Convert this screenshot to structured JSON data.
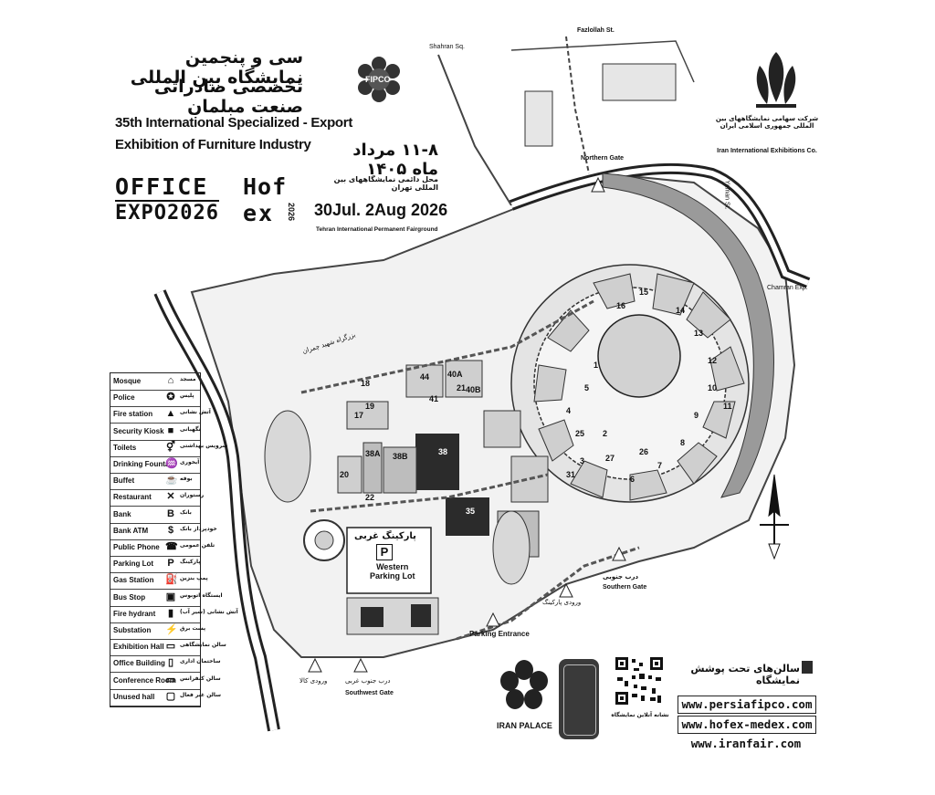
{
  "title": {
    "fa_line1": "سی و پنجمین نمایشگاه بین المللی",
    "fa_line2": "تخصصی صادراتی صنعت مبلمان",
    "en_line1": "35th International Specialized - Export",
    "en_line2": "Exhibition of Furniture Industry"
  },
  "logos": {
    "office_top": "OFFICE",
    "office_bottom": "EXPO2026",
    "hofex_top": "Hof",
    "hofex_bottom": "ex",
    "hofex_year": "2026",
    "fipco": "FIPCO",
    "iran_fair_fa": "شرکت سهامی نمایشگاههای بین المللی جمهوری اسلامی ایران",
    "iran_fair_en": "Iran International Exhibitions Co."
  },
  "event": {
    "dates_fa": "۱۱-۸ مرداد ماه ۱۴۰۵",
    "venue_fa": "محل دائمی نمایشگاههای بین المللی تهران",
    "dates_en": "30Jul. 2Aug 2026",
    "venue_en": "Tehran International Permanent Fairground"
  },
  "legend": [
    {
      "en": "Mosque",
      "icon": "mosque-icon",
      "glyph": "⌂",
      "fa": "مسجد"
    },
    {
      "en": "Police",
      "icon": "police-icon",
      "glyph": "✪",
      "fa": "پلیس"
    },
    {
      "en": "Fire station",
      "icon": "fire-station-icon",
      "glyph": "▲",
      "fa": "آتش نشانی"
    },
    {
      "en": "Security Kiosk",
      "icon": "security-kiosk-icon",
      "glyph": "■",
      "fa": "نگهبانی"
    },
    {
      "en": "Toilets",
      "icon": "toilets-icon",
      "glyph": "⚥",
      "fa": "سرویس بهداشتی"
    },
    {
      "en": "Drinking Fountain",
      "icon": "drinking-fountain-icon",
      "glyph": "♒",
      "fa": "آبخوری"
    },
    {
      "en": "Buffet",
      "icon": "buffet-icon",
      "glyph": "☕",
      "fa": "بوفه"
    },
    {
      "en": "Restaurant",
      "icon": "restaurant-icon",
      "glyph": "✕",
      "fa": "رستوران"
    },
    {
      "en": "Bank",
      "icon": "bank-icon",
      "glyph": "B",
      "fa": "بانک"
    },
    {
      "en": "Bank ATM",
      "icon": "atm-icon",
      "glyph": "$",
      "fa": "خودپرداز بانک"
    },
    {
      "en": "Public Phone",
      "icon": "phone-icon",
      "glyph": "☎",
      "fa": "تلفن عمومی"
    },
    {
      "en": "Parking Lot",
      "icon": "parking-icon",
      "glyph": "P",
      "fa": "پارکینگ"
    },
    {
      "en": "Gas Station",
      "icon": "gas-station-icon",
      "glyph": "⛽",
      "fa": "پمپ بنزین"
    },
    {
      "en": "Bus Stop",
      "icon": "bus-stop-icon",
      "glyph": "▣",
      "fa": "ایستگاه اتوبوس"
    },
    {
      "en": "Fire hydrant",
      "icon": "fire-hydrant-icon",
      "glyph": "▮",
      "fa": "آتش نشانی (شیر آب)"
    },
    {
      "en": "Substation",
      "icon": "substation-icon",
      "glyph": "⚡",
      "fa": "پست برق"
    },
    {
      "en": "Exhibition Hall",
      "icon": "exhibition-hall-icon",
      "glyph": "▭",
      "fa": "سالن نمایشگاهی"
    },
    {
      "en": "Office Building",
      "icon": "office-building-icon",
      "glyph": "▯",
      "fa": "ساختمان اداری"
    },
    {
      "en": "Conference Room",
      "icon": "conference-room-icon",
      "glyph": "▭",
      "fa": "سالن کنفرانس"
    },
    {
      "en": "Unused hall",
      "icon": "unused-hall-icon",
      "glyph": "▢",
      "fa": "سالن غیر فعال"
    }
  ],
  "map": {
    "streets": {
      "shahrsan": "Shahran Sq.",
      "fazlollah": "Fazlollah St.",
      "yaman": "Yaman St.",
      "chamran": "Chamran Exp.",
      "shahid_kord": "بزرگراه شهید چمران"
    },
    "gates": {
      "northern": "Northern Gate",
      "southern": "Southern Gate",
      "southern_fa": "درب جنوبی",
      "southwest": "Southwest Gate",
      "southwest_fa": "درب جنوب غربی",
      "cargo_fa": "ورودی کالا"
    },
    "parking": {
      "western_fa": "پارکینگ غربی",
      "western_en_1": "Western",
      "western_en_2": "Parking Lot",
      "entrance": "Parking Entrance",
      "entrance_fa": "ورودی پارکینگ"
    },
    "halls": [
      "1",
      "2",
      "3",
      "4",
      "5",
      "6",
      "7",
      "8",
      "9",
      "10",
      "11",
      "12",
      "13",
      "14",
      "15",
      "16",
      "17",
      "18",
      "19",
      "20",
      "21",
      "22",
      "25",
      "26",
      "27",
      "31",
      "35",
      "38",
      "38A",
      "38B",
      "40A",
      "40B",
      "41",
      "44"
    ]
  },
  "footer": {
    "covered_halls": "سالن‌های تحت پوشش نمایشگاه",
    "url1": "www.persiafipco.com",
    "url2": "www.hofex-medex.com",
    "url3": "www.iranfair.com",
    "qr_caption": "نشانه آنلاین نمایشگاه",
    "bottom_logo_caption": "IRAN PALACE"
  },
  "colors": {
    "ink": "#111111",
    "hall_fill": "#2b2b2b",
    "hall_light": "#cfcfcf",
    "road": "#bdbdbd",
    "paper": "#ffffff"
  }
}
